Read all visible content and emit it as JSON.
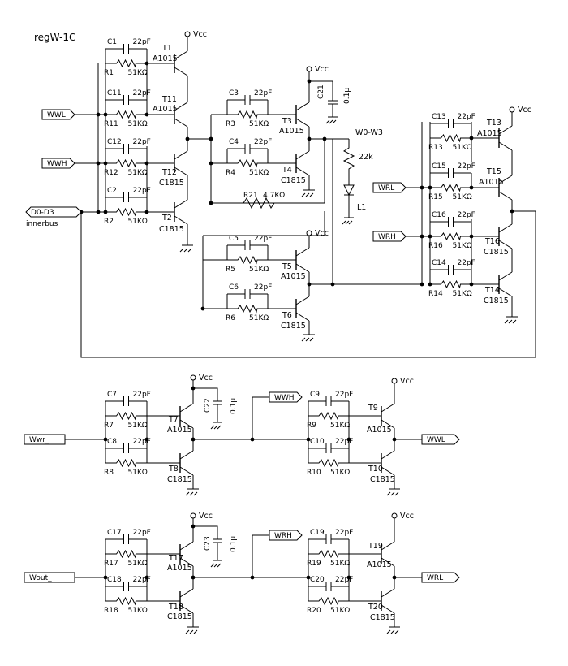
{
  "title": "regW-1C",
  "labels": {
    "vcc": "Vcc",
    "w0w3": "W0-W3",
    "r22k": "22k",
    "l1": "L1",
    "innerbus": "innerbus"
  },
  "ports": {
    "wwl": "WWL",
    "wwh": "WWH",
    "d0d3": "D0-D3",
    "wrl": "WRL",
    "wrh": "WRH",
    "wwr": "Wwr_",
    "wout": "Wout_"
  },
  "capacitors": [
    {
      "ref": "C1",
      "value": "22pF"
    },
    {
      "ref": "C11",
      "value": "22pF"
    },
    {
      "ref": "C12",
      "value": "22pF"
    },
    {
      "ref": "C2",
      "value": "22pF"
    },
    {
      "ref": "C3",
      "value": "22pF"
    },
    {
      "ref": "C4",
      "value": "22pF"
    },
    {
      "ref": "C5",
      "value": "22pF"
    },
    {
      "ref": "C6",
      "value": "22pF"
    },
    {
      "ref": "C13",
      "value": "22pF"
    },
    {
      "ref": "C15",
      "value": "22pF"
    },
    {
      "ref": "C16",
      "value": "22pF"
    },
    {
      "ref": "C14",
      "value": "22pF"
    },
    {
      "ref": "C7",
      "value": "22pF"
    },
    {
      "ref": "C8",
      "value": "22pF"
    },
    {
      "ref": "C9",
      "value": "22pF"
    },
    {
      "ref": "C10",
      "value": "22pF"
    },
    {
      "ref": "C17",
      "value": "22pF"
    },
    {
      "ref": "C18",
      "value": "22pF"
    },
    {
      "ref": "C19",
      "value": "22pF"
    },
    {
      "ref": "C20",
      "value": "22pF"
    }
  ],
  "resistors": [
    {
      "ref": "R1",
      "value": "51KΩ"
    },
    {
      "ref": "R11",
      "value": "51KΩ"
    },
    {
      "ref": "R12",
      "value": "51KΩ"
    },
    {
      "ref": "R2",
      "value": "51KΩ"
    },
    {
      "ref": "R3",
      "value": "51KΩ"
    },
    {
      "ref": "R4",
      "value": "51KΩ"
    },
    {
      "ref": "R5",
      "value": "51KΩ"
    },
    {
      "ref": "R6",
      "value": "51KΩ"
    },
    {
      "ref": "R13",
      "value": "51KΩ"
    },
    {
      "ref": "R15",
      "value": "51KΩ"
    },
    {
      "ref": "R16",
      "value": "51KΩ"
    },
    {
      "ref": "R14",
      "value": "51KΩ"
    },
    {
      "ref": "R7",
      "value": "51KΩ"
    },
    {
      "ref": "R8",
      "value": "51KΩ"
    },
    {
      "ref": "R9",
      "value": "51KΩ"
    },
    {
      "ref": "R10",
      "value": "51KΩ"
    },
    {
      "ref": "R17",
      "value": "51KΩ"
    },
    {
      "ref": "R18",
      "value": "51KΩ"
    },
    {
      "ref": "R19",
      "value": "51KΩ"
    },
    {
      "ref": "R20",
      "value": "51KΩ"
    }
  ],
  "transistors": [
    {
      "ref": "T1",
      "type": "A1015"
    },
    {
      "ref": "T11",
      "type": "A1015"
    },
    {
      "ref": "T12",
      "type": "C1815"
    },
    {
      "ref": "T2",
      "type": "C1815"
    },
    {
      "ref": "T3",
      "type": "A1015"
    },
    {
      "ref": "T4",
      "type": "C1815"
    },
    {
      "ref": "T5",
      "type": "A1015"
    },
    {
      "ref": "T6",
      "type": "C1815"
    },
    {
      "ref": "T13",
      "type": "A1015"
    },
    {
      "ref": "T15",
      "type": "A1015"
    },
    {
      "ref": "T16",
      "type": "C1815"
    },
    {
      "ref": "T14",
      "type": "C1815"
    },
    {
      "ref": "T7",
      "type": "A1015"
    },
    {
      "ref": "T8",
      "type": "C1815"
    },
    {
      "ref": "T9",
      "type": "A1015"
    },
    {
      "ref": "T10",
      "type": "C1815"
    },
    {
      "ref": "T17",
      "type": "A1015"
    },
    {
      "ref": "T18",
      "type": "C1815"
    },
    {
      "ref": "T19",
      "type": "A1015"
    },
    {
      "ref": "T20",
      "type": "C1815"
    }
  ],
  "others": {
    "c21": {
      "ref": "C21",
      "value": "0.1μ"
    },
    "c22": {
      "ref": "C22",
      "value": "0.1μ"
    },
    "c23": {
      "ref": "C23",
      "value": "0.1μ"
    },
    "r21": {
      "ref": "R21",
      "value": "4.7KΩ"
    }
  }
}
